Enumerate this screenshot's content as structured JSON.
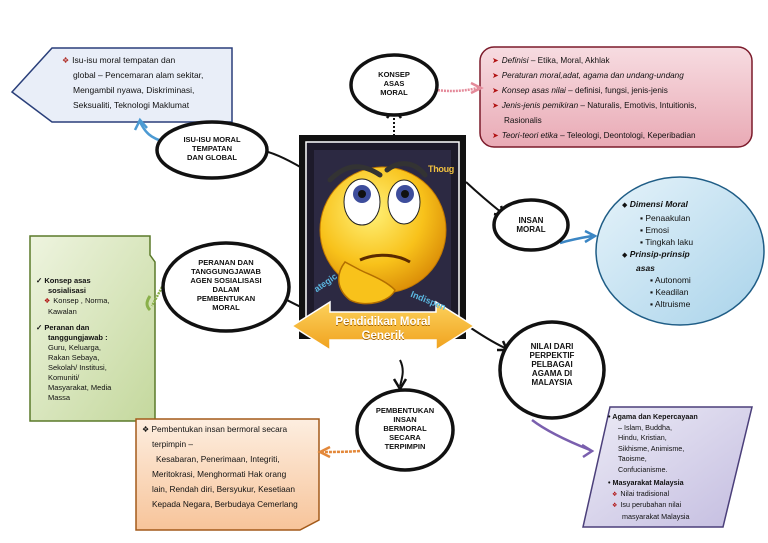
{
  "center": {
    "title_line1": "Pendidikan Moral",
    "title_line2": "Generik",
    "image_words": [
      "Thoug",
      "ategic",
      "Indispen"
    ]
  },
  "bubbles": {
    "konsep": "KONSEP\nASAS\nMORAL",
    "isu": "ISU-ISU MORAL\nTEMPATAN\nDAN GLOBAL",
    "insan": "INSAN\nMORAL",
    "peranan": "PERANAN DAN\nTANGGUNGJAWAB\nAGEN SOSIALISASI\nDALAM\nPEMBENTUKAN\nMORAL",
    "nilai": "NILAI DARI\nPERPEKTIF\nPELBAGAI\nAGAMA DI\nMALAYSIA",
    "pembentukan": "PEMBENTUKAN\nINSAN\nBERMORAL\nSECARA\nTERPIMPIN"
  },
  "isu_box": {
    "line1": "Isu-isu moral tempatan dan",
    "line2": "global – Pencemaran alam sekitar,",
    "line3": "Mengambil nyawa, Diskriminasi,",
    "line4": "Seksualiti, Teknologi Maklumat"
  },
  "konsep_box": {
    "items": [
      {
        "term": "Definisi",
        "rest": " – Etika, Moral, Akhlak"
      },
      {
        "term": "Peraturan moral,adat, agama dan undang-undang",
        "rest": ""
      },
      {
        "term": "Konsep asas nilai",
        "rest": " – definisi, fungsi, jenis-jenis"
      },
      {
        "term": "Jenis-jenis pemikiran",
        "rest": " – Naturalis, Emotivis, Intuitionis,"
      },
      {
        "term": "",
        "rest": "Rasionalis"
      },
      {
        "term": "Teori-teori  etika",
        "rest": " – Teleologi, Deontologi, Keperibadian"
      }
    ]
  },
  "insan_box": {
    "heading1": "Dimensi  Moral",
    "items1": [
      "Penaakulan",
      "Emosi",
      "Tingkah laku"
    ],
    "heading2a": "Prinsip-prinsip",
    "heading2b": "asas",
    "items2": [
      "Autonomi",
      "Keadilan",
      "Altruisme"
    ]
  },
  "peranan_box": {
    "heading1": "Konsep asas",
    "heading1b": "sosialisasi",
    "text1": "Konsep , Norma,",
    "text1b": "Kawalan",
    "heading2": "Peranan dan",
    "heading2b": "tanggungjawab  :",
    "lines2": [
      "Guru, Keluarga,",
      "Rakan Sebaya,",
      "Sekolah/ Institusi,",
      "Komuniti/",
      "Masyarakat, Media",
      "Massa"
    ]
  },
  "pembentukan_box": {
    "line1": "Pembentukan insan bermoral secara",
    "line2": "terpimpin –",
    "line3": "Kesabaran, Penerimaan, Integriti,",
    "line4": "Meritokrasi, Menghormati Hak orang",
    "line5": "lain, Rendah diri, Bersyukur, Kesetiaan",
    "line6": "Kepada Negara, Berbudaya Cemerlang"
  },
  "nilai_box": {
    "heading1": "Agama dan Kepercayaan",
    "lines1": [
      "– Islam, Buddha,",
      "Hindu, Kristian,",
      "Sikhisme, Animisme,",
      "Taoisme,",
      "Confucianisme."
    ],
    "heading2": "Masyarakat Malaysia",
    "lines2": [
      "Nilai tradisional",
      "Isu perubahan nilai",
      "masyarakat Malaysia"
    ]
  },
  "colors": {
    "yellow": "#f7b733",
    "pink_box": "#f2c9d0",
    "blue_box": "#cfe6f3",
    "green_box": "#dbe8c1",
    "orange_box": "#fbe0c9",
    "purple_box": "#ddd7ea"
  }
}
